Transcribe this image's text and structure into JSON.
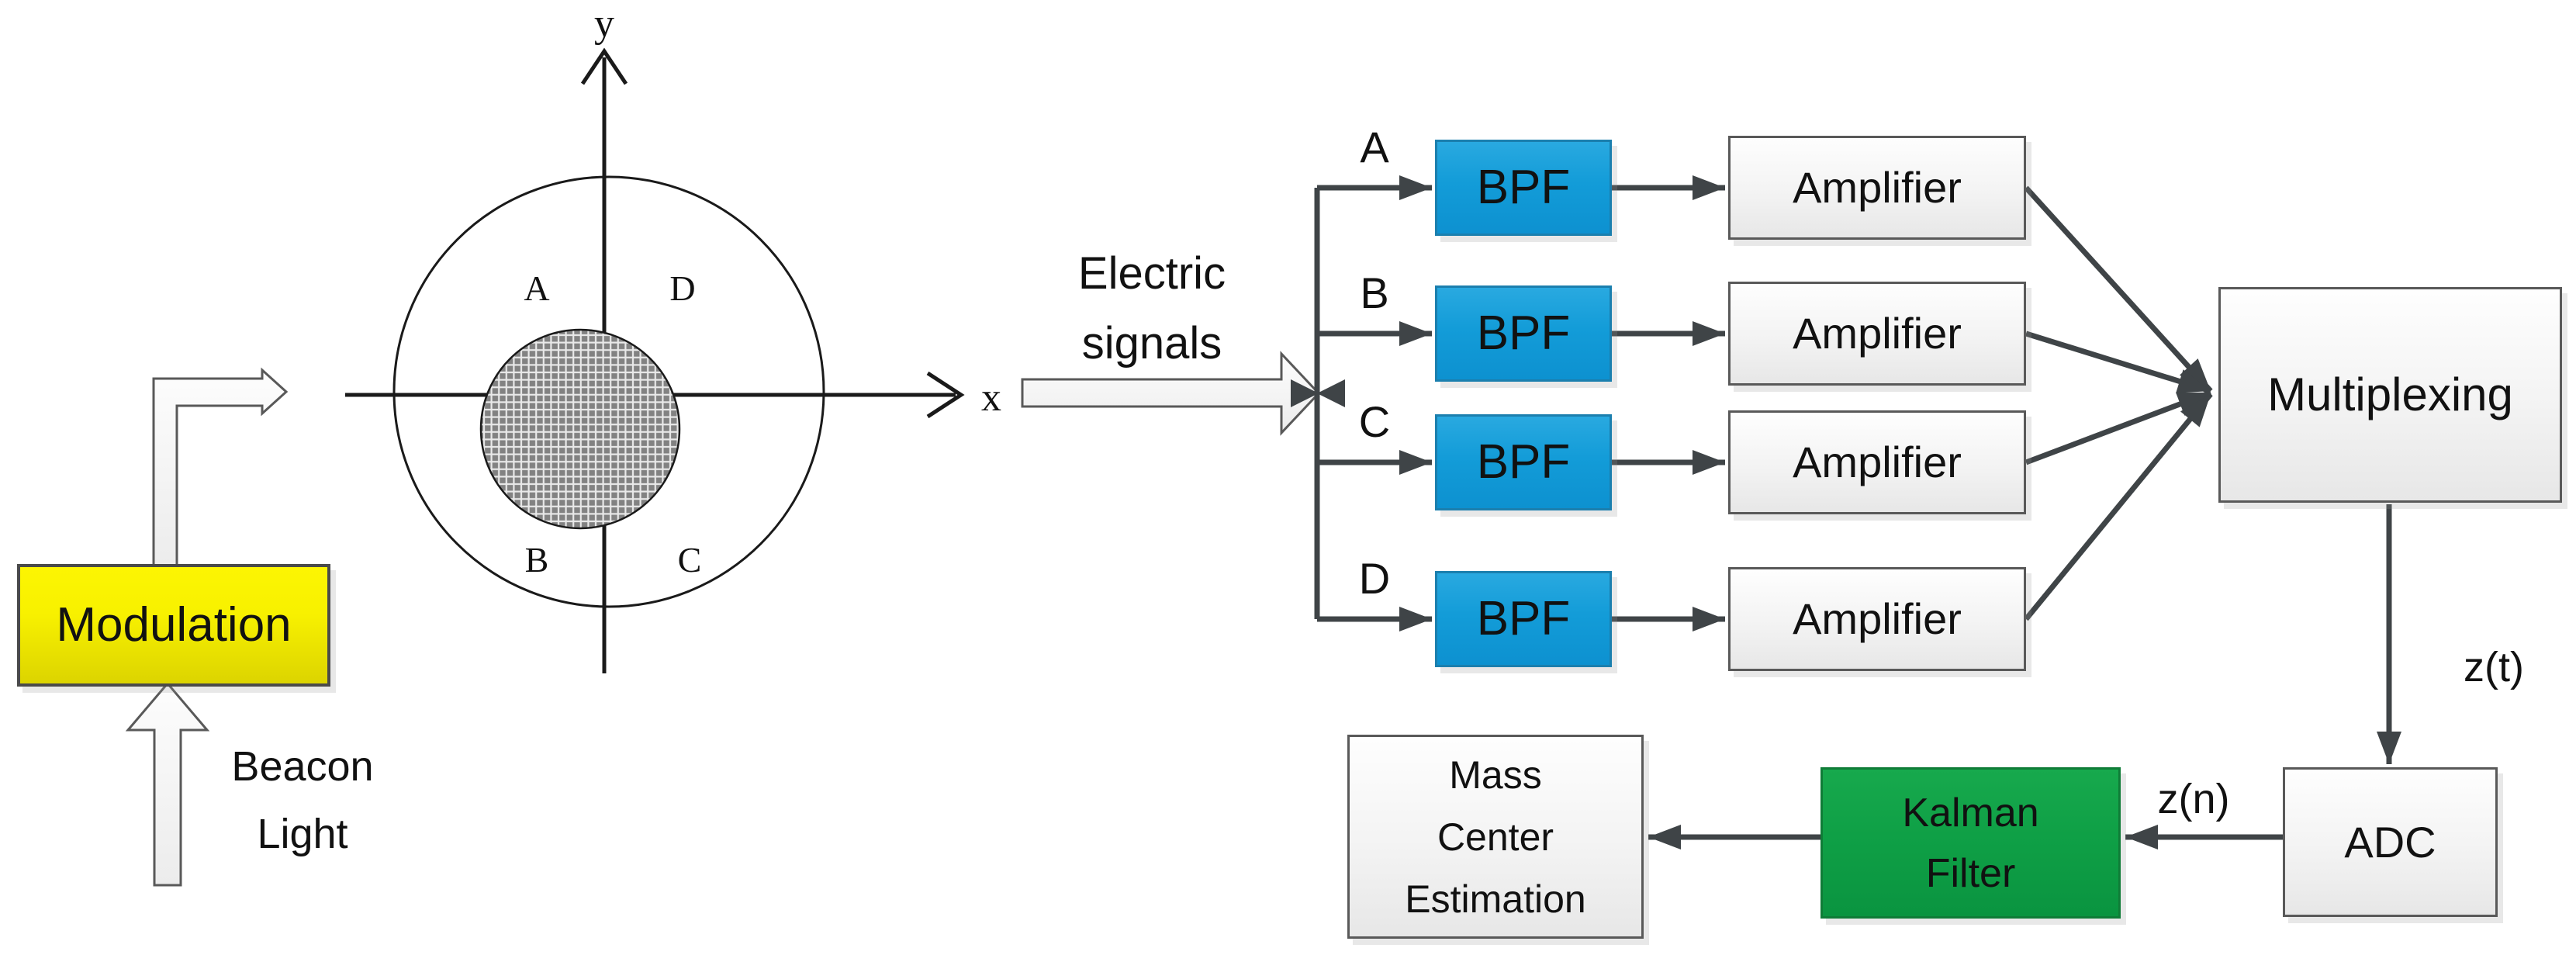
{
  "figure": {
    "source": {
      "modulation_label": "Modulation",
      "beacon_line1": "Beacon",
      "beacon_line2": "Light"
    },
    "detector": {
      "y_axis": "y",
      "x_axis": "x",
      "quad_a": "A",
      "quad_b": "B",
      "quad_c": "C",
      "quad_d": "D"
    },
    "input": {
      "line1": "Electric",
      "line2": "signals"
    },
    "channels": [
      {
        "label": "A",
        "filter": "BPF",
        "amplifier": "Amplifier"
      },
      {
        "label": "B",
        "filter": "BPF",
        "amplifier": "Amplifier"
      },
      {
        "label": "C",
        "filter": "BPF",
        "amplifier": "Amplifier"
      },
      {
        "label": "D",
        "filter": "BPF",
        "amplifier": "Amplifier"
      }
    ],
    "multiplexing_label": "Multiplexing",
    "zt_label": "z(t)",
    "adc_label": "ADC",
    "zn_label": "z(n)",
    "kalman": {
      "line1": "Kalman",
      "line2": "Filter"
    },
    "mass": {
      "line1": "Mass",
      "line2": "Center",
      "line3": "Estimation"
    }
  },
  "colors": {
    "bpf_blue": "#139CD8",
    "bpf_border": "#1B7FAE",
    "kalman_green": "#0FA046",
    "kalman_border": "#0F7C37",
    "modulation_yellow": "#F8F100",
    "box_border": "#595959",
    "arrow_gray": "#3F4447",
    "axis_black": "#1A1A1A"
  }
}
